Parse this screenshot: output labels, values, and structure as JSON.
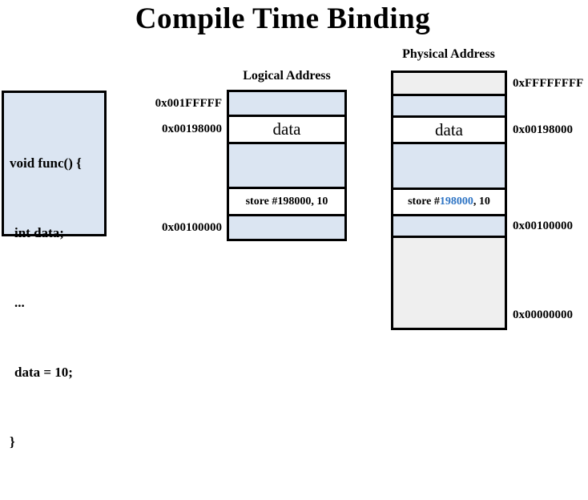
{
  "title": "Compile Time Binding",
  "code_box": {
    "lines": [
      "void func() {",
      "int data;",
      "...",
      "data = 10;",
      "}"
    ]
  },
  "logical": {
    "header": "Logical Address",
    "labels": {
      "top": "0x001FFFFF",
      "data": "0x00198000",
      "bottom": "0x00100000"
    },
    "data_cell": "data",
    "store_instruction": "store #198000, 10"
  },
  "physical": {
    "header": "Physical Address",
    "labels": {
      "top": "0xFFFFFFFF",
      "data": "0x00198000",
      "low": "0x00100000",
      "bottom": "0x00000000"
    },
    "data_cell": "data",
    "store": {
      "prefix": "store #",
      "address": "198000",
      "suffix": ", 10"
    }
  },
  "colors": {
    "segment_blue": "#dbe5f2",
    "segment_gray": "#efefef",
    "store_address_blue": "#2e74c4",
    "border_black": "#000000"
  }
}
